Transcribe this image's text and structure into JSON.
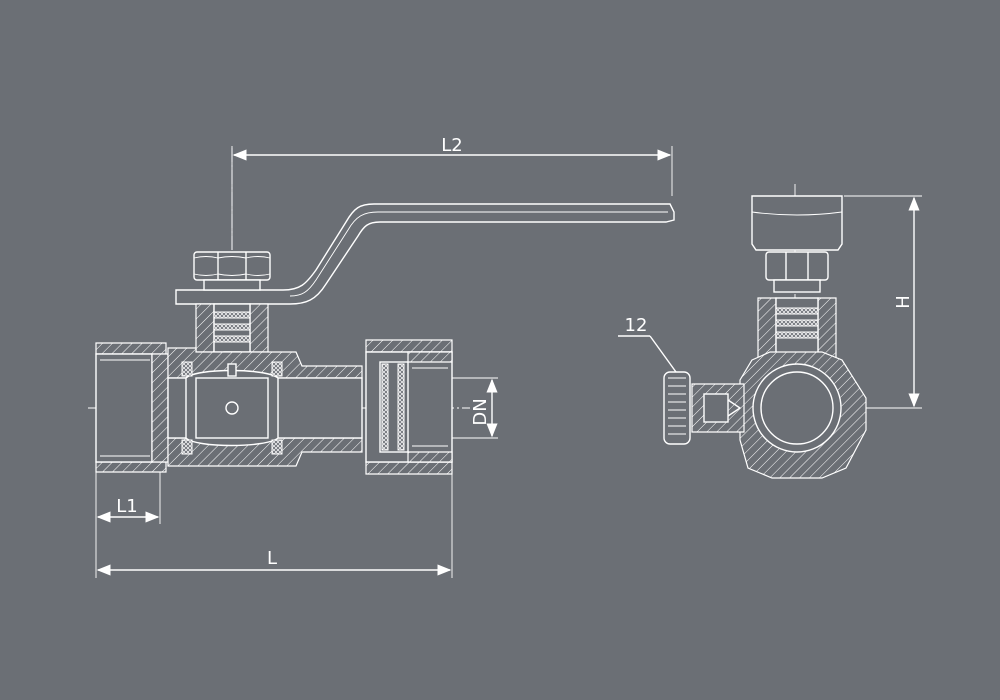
{
  "colors": {
    "background": "#6b6f75",
    "line": "#ffffff"
  },
  "diagram": {
    "labels": {
      "L2": "L2",
      "L1": "L1",
      "L": "L",
      "DN": "DN",
      "H": "H",
      "part_12": "12"
    }
  }
}
